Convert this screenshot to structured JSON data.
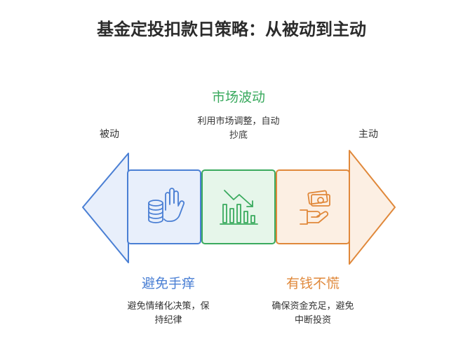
{
  "title": "基金定投扣款日策略：从被动到主动",
  "left_label": "被动",
  "right_label": "主动",
  "top_section": {
    "heading": "市场波动",
    "desc_line1": "利用市场调整，自动",
    "desc_line2": "抄底"
  },
  "bottom_left_section": {
    "heading": "避免手痒",
    "desc_line1": "避免情绪化决策，保",
    "desc_line2": "持纪律"
  },
  "bottom_right_section": {
    "heading": "有钱不慌",
    "desc_line1": "确保资金充足，避免",
    "desc_line2": "中断投资"
  },
  "colors": {
    "blue": "#4a7fd4",
    "blue_fill": "#e8effb",
    "green": "#3aaa5e",
    "green_fill": "#e6f6ea",
    "orange": "#e0883a",
    "orange_fill": "#fcefe3"
  },
  "icons": {
    "blue_box": "hand-coins-icon",
    "green_box": "chart-down-icon",
    "orange_box": "hand-money-icon"
  }
}
